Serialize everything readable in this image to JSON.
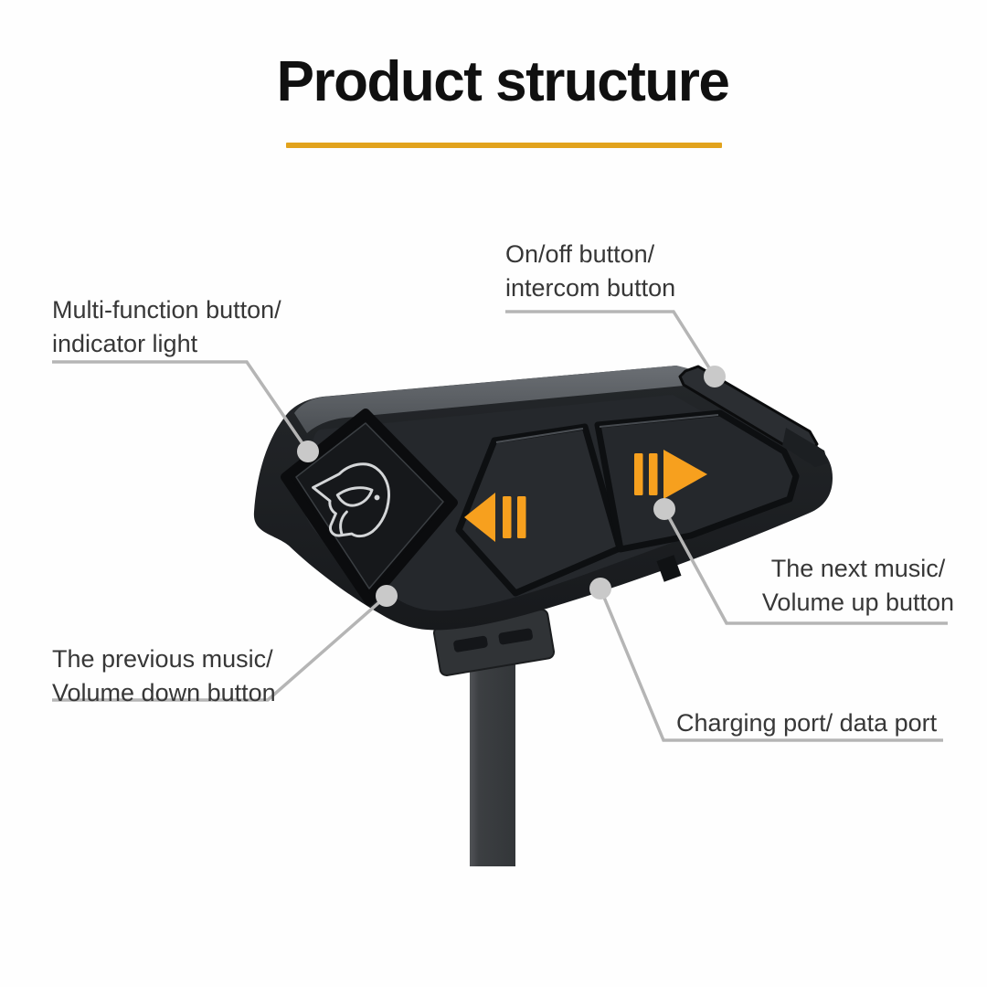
{
  "title": "Product structure",
  "colors": {
    "accent_underline": "#E2A31D",
    "icon_orange": "#F7A01E",
    "callout_gray": "#B5B5B5",
    "dot_gray": "#C9C9C9",
    "device_dark": "#1D2023",
    "label_text": "#373737",
    "title_text": "#101010"
  },
  "callouts": {
    "multi_function": {
      "line1": "Multi-function button/",
      "line2": "indicator light"
    },
    "on_off": {
      "line1": "On/off button/",
      "line2": "intercom button"
    },
    "next_music": {
      "line1": "The next music/",
      "line2": "Volume up button"
    },
    "previous_music": {
      "line1": "The previous music/",
      "line2": "Volume down button"
    },
    "charging_port": {
      "line1": "Charging port/ data port"
    }
  },
  "device": {
    "kind": "helmet-bluetooth-intercom",
    "logo_icon": "motocross-helmet-icon",
    "previous_icon": "previous-track-icon",
    "next_icon": "next-track-icon"
  }
}
